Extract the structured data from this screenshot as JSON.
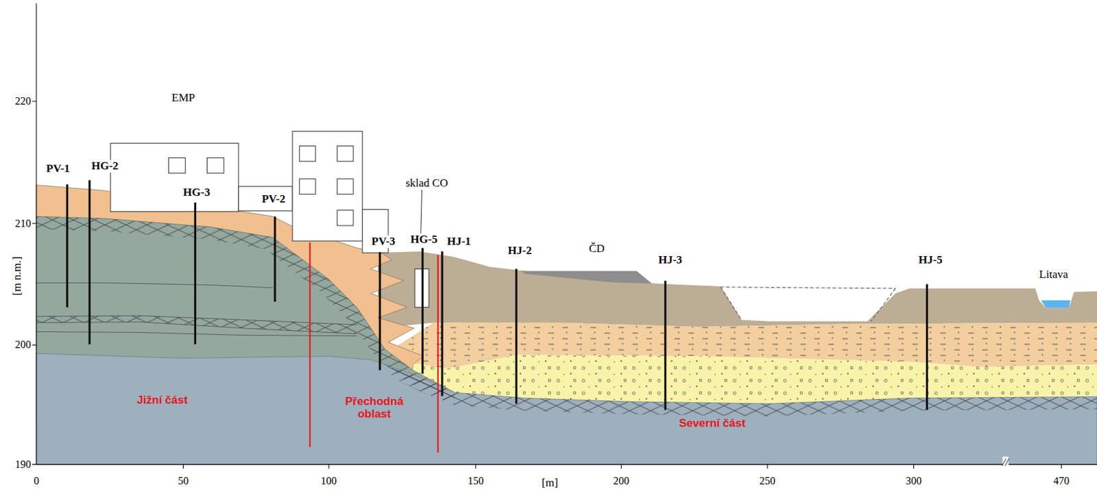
{
  "diagram": {
    "labels": [
      "220",
      "210",
      "200",
      "190",
      "[m n.m.]",
      "0",
      "50",
      "100",
      "150",
      "200",
      "250",
      "300",
      "470",
      "[m]",
      "//",
      "EMP",
      "PV-1",
      "HG-2",
      "HG-3",
      "PV-2",
      "PV-3",
      "HG-5",
      "HJ-1",
      "HJ-2",
      "sklad CO",
      "ČD",
      "HJ-3",
      "HJ-5",
      "Litava",
      "Jižní část",
      "Přechodná oblast",
      "Severní část"
    ]
  }
}
